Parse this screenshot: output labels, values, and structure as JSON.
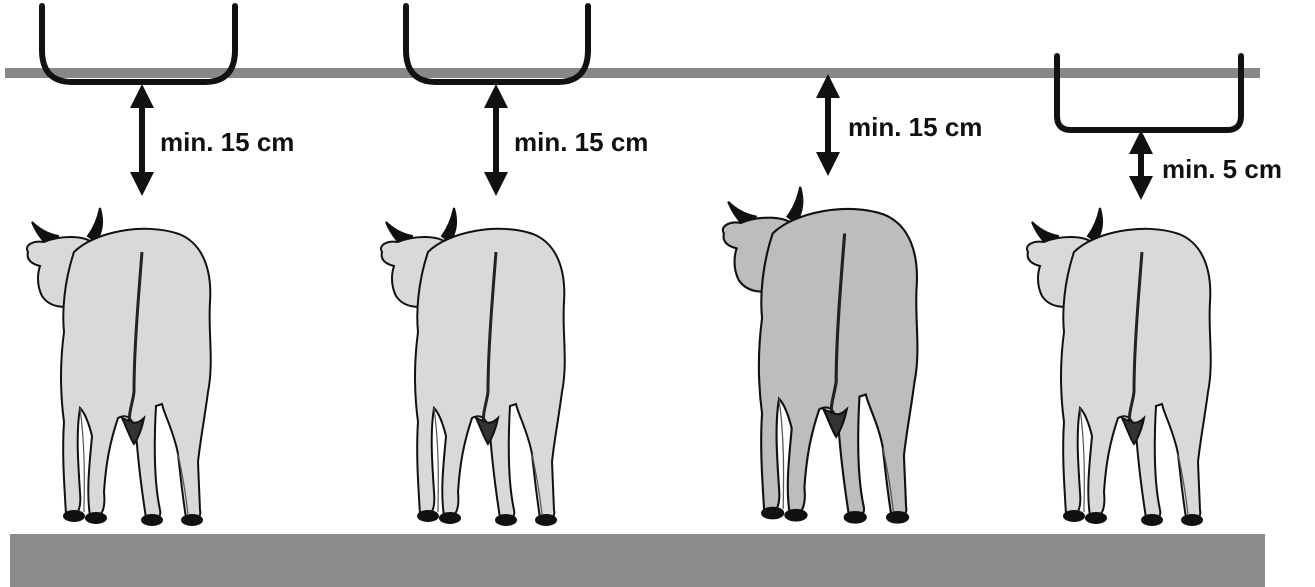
{
  "colors": {
    "rail": "#888888",
    "floor": "#8c8c8c",
    "ink": "#111111",
    "cow_light": "#d9d9d9",
    "cow_dark": "#bdbdbd"
  },
  "panels": [
    {
      "clearance_label": "min. 15 cm",
      "cow_variant": "light",
      "bracket": "above-rail"
    },
    {
      "clearance_label": "min. 15 cm",
      "cow_variant": "light",
      "bracket": "above-rail"
    },
    {
      "clearance_label": "min. 15 cm",
      "cow_variant": "dark",
      "bracket": "none"
    },
    {
      "clearance_label": "min. 5 cm",
      "cow_variant": "light",
      "bracket": "below-rail"
    }
  ]
}
